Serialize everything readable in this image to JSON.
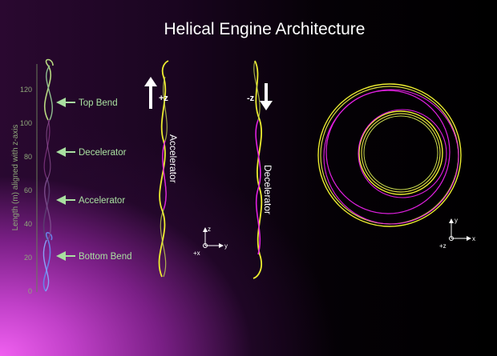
{
  "title": "Helical Engine Architecture",
  "y_axis": {
    "label": "Length (m) aligned with z-axis",
    "ticks": [
      "0",
      "20",
      "40",
      "60",
      "80",
      "100",
      "120"
    ]
  },
  "callouts": {
    "top_bend": "Top Bend",
    "decelerator": "Decelerator",
    "accelerator": "Accelerator",
    "bottom_bend": "Bottom Bend"
  },
  "helix_accelerator": {
    "label": "Accelerator",
    "direction": "+z"
  },
  "helix_decelerator": {
    "label": "Decelerator",
    "direction": "-z"
  },
  "side_axes": {
    "z": "z",
    "y": "y",
    "x": "+x"
  },
  "top_axes": {
    "y": "y",
    "x": "x",
    "z": "+z"
  },
  "colors": {
    "background": "#000000",
    "glow": "#e050e8",
    "accelerator_strand": "#ecec30",
    "decelerator_strand": "#e020e0",
    "callout": "#a9e0a0",
    "bottom_bend": "#6a80e8"
  }
}
